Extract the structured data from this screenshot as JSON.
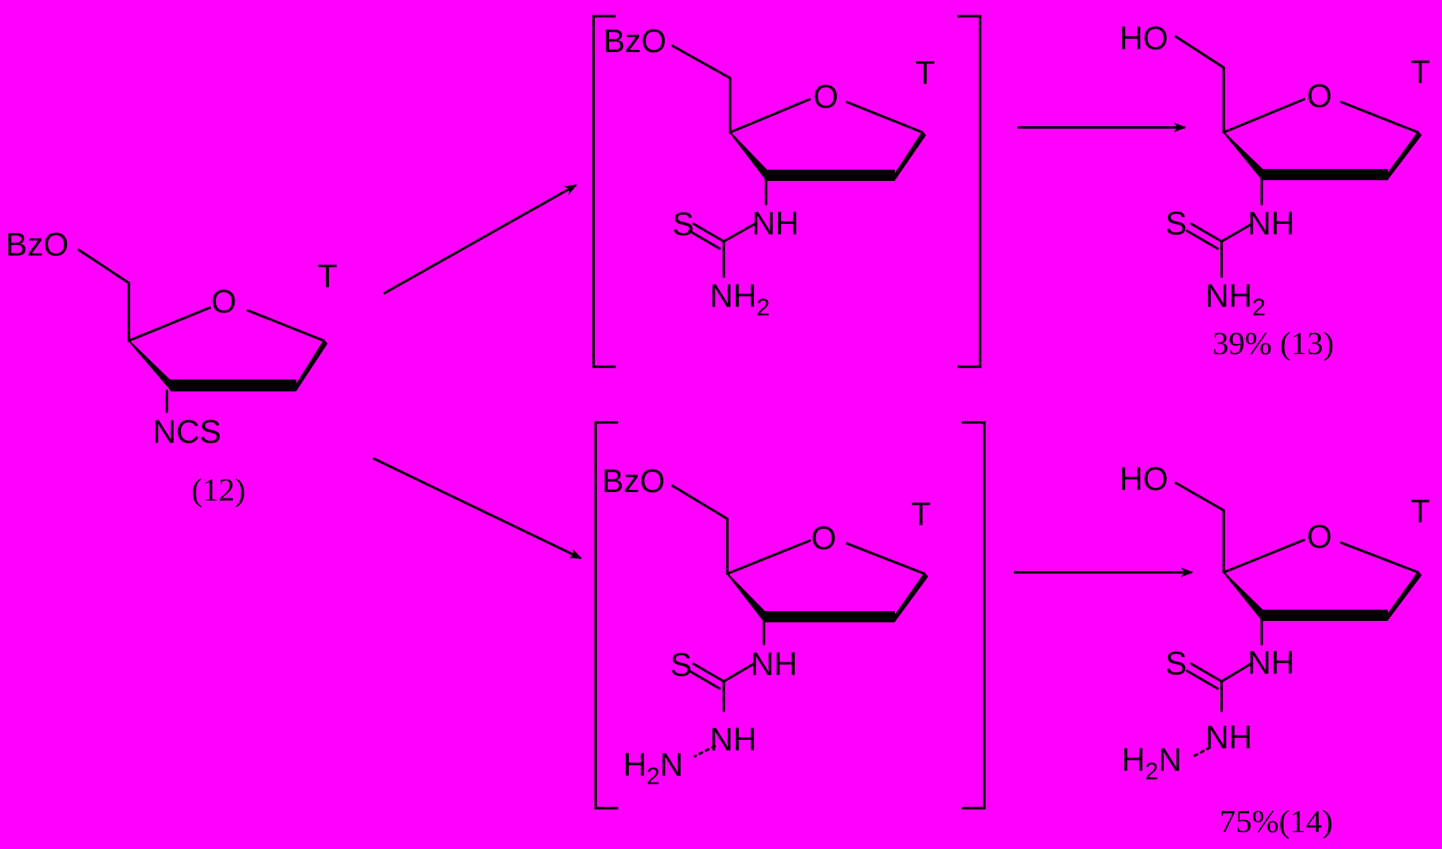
{
  "scheme": {
    "start": {
      "protecting_group": "BzO",
      "ring_oxygen": "O",
      "base": "T",
      "substituent": "NCS",
      "label": "(12)"
    },
    "intermediate_top": {
      "protecting_group": "BzO",
      "ring_oxygen": "O",
      "base": "T",
      "thione": "S",
      "nh": "NH",
      "terminal_n": "NH",
      "terminal_sub": "2"
    },
    "intermediate_bottom": {
      "protecting_group": "BzO",
      "ring_oxygen": "O",
      "base": "T",
      "thione": "S",
      "nh": "NH",
      "hydrazine_nh": "NH",
      "h2n_h": "H",
      "h2n_sub": "2",
      "h2n_n": "N"
    },
    "product_top": {
      "hydroxyl": "HO",
      "ring_oxygen": "O",
      "base": "T",
      "thione": "S",
      "nh": "NH",
      "terminal_n": "NH",
      "terminal_sub": "2",
      "yield_label": "39% (13)"
    },
    "product_bottom": {
      "hydroxyl": "HO",
      "ring_oxygen": "O",
      "base": "T",
      "thione": "S",
      "nh": "NH",
      "hydrazine_nh": "NH",
      "h2n_h": "H",
      "h2n_sub": "2",
      "h2n_n": "N",
      "yield_label": "75%(14)"
    }
  }
}
